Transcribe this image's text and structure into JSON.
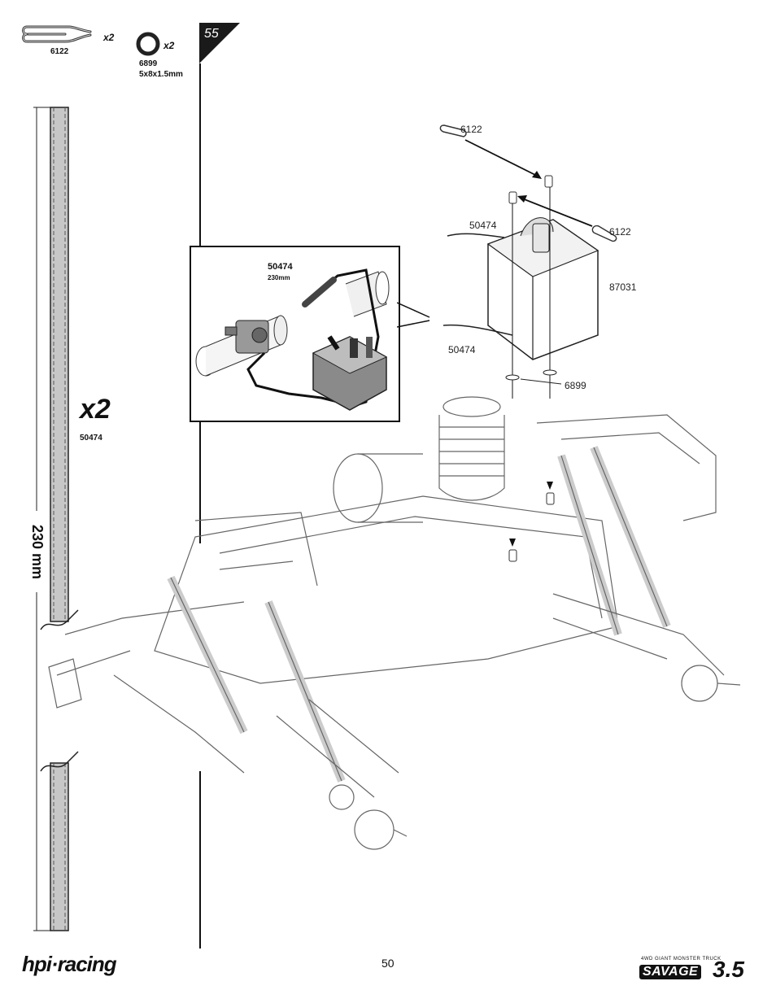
{
  "parts_header": {
    "items": [
      {
        "number": "6122",
        "qty": "x2",
        "size": ""
      },
      {
        "number": "6899",
        "qty": "x2",
        "size": "5x8x1.5mm"
      }
    ]
  },
  "step": {
    "number": "55"
  },
  "antenna_tube": {
    "qty": "x2",
    "part": "50474",
    "length": "230 mm"
  },
  "inset": {
    "part": "50474",
    "length": "230mm"
  },
  "callouts": {
    "clip_top": "6122",
    "clip_right": "6122",
    "tube_upper": "50474",
    "receiver_box": "87031",
    "tube_lower": "50474",
    "oring": "6899"
  },
  "footer": {
    "page": "50",
    "brand": "hpi·racing",
    "product_tagline": "4WD GIANT MONSTER TRUCK",
    "product_name": "SAVAGE",
    "product_number": "3.5"
  }
}
